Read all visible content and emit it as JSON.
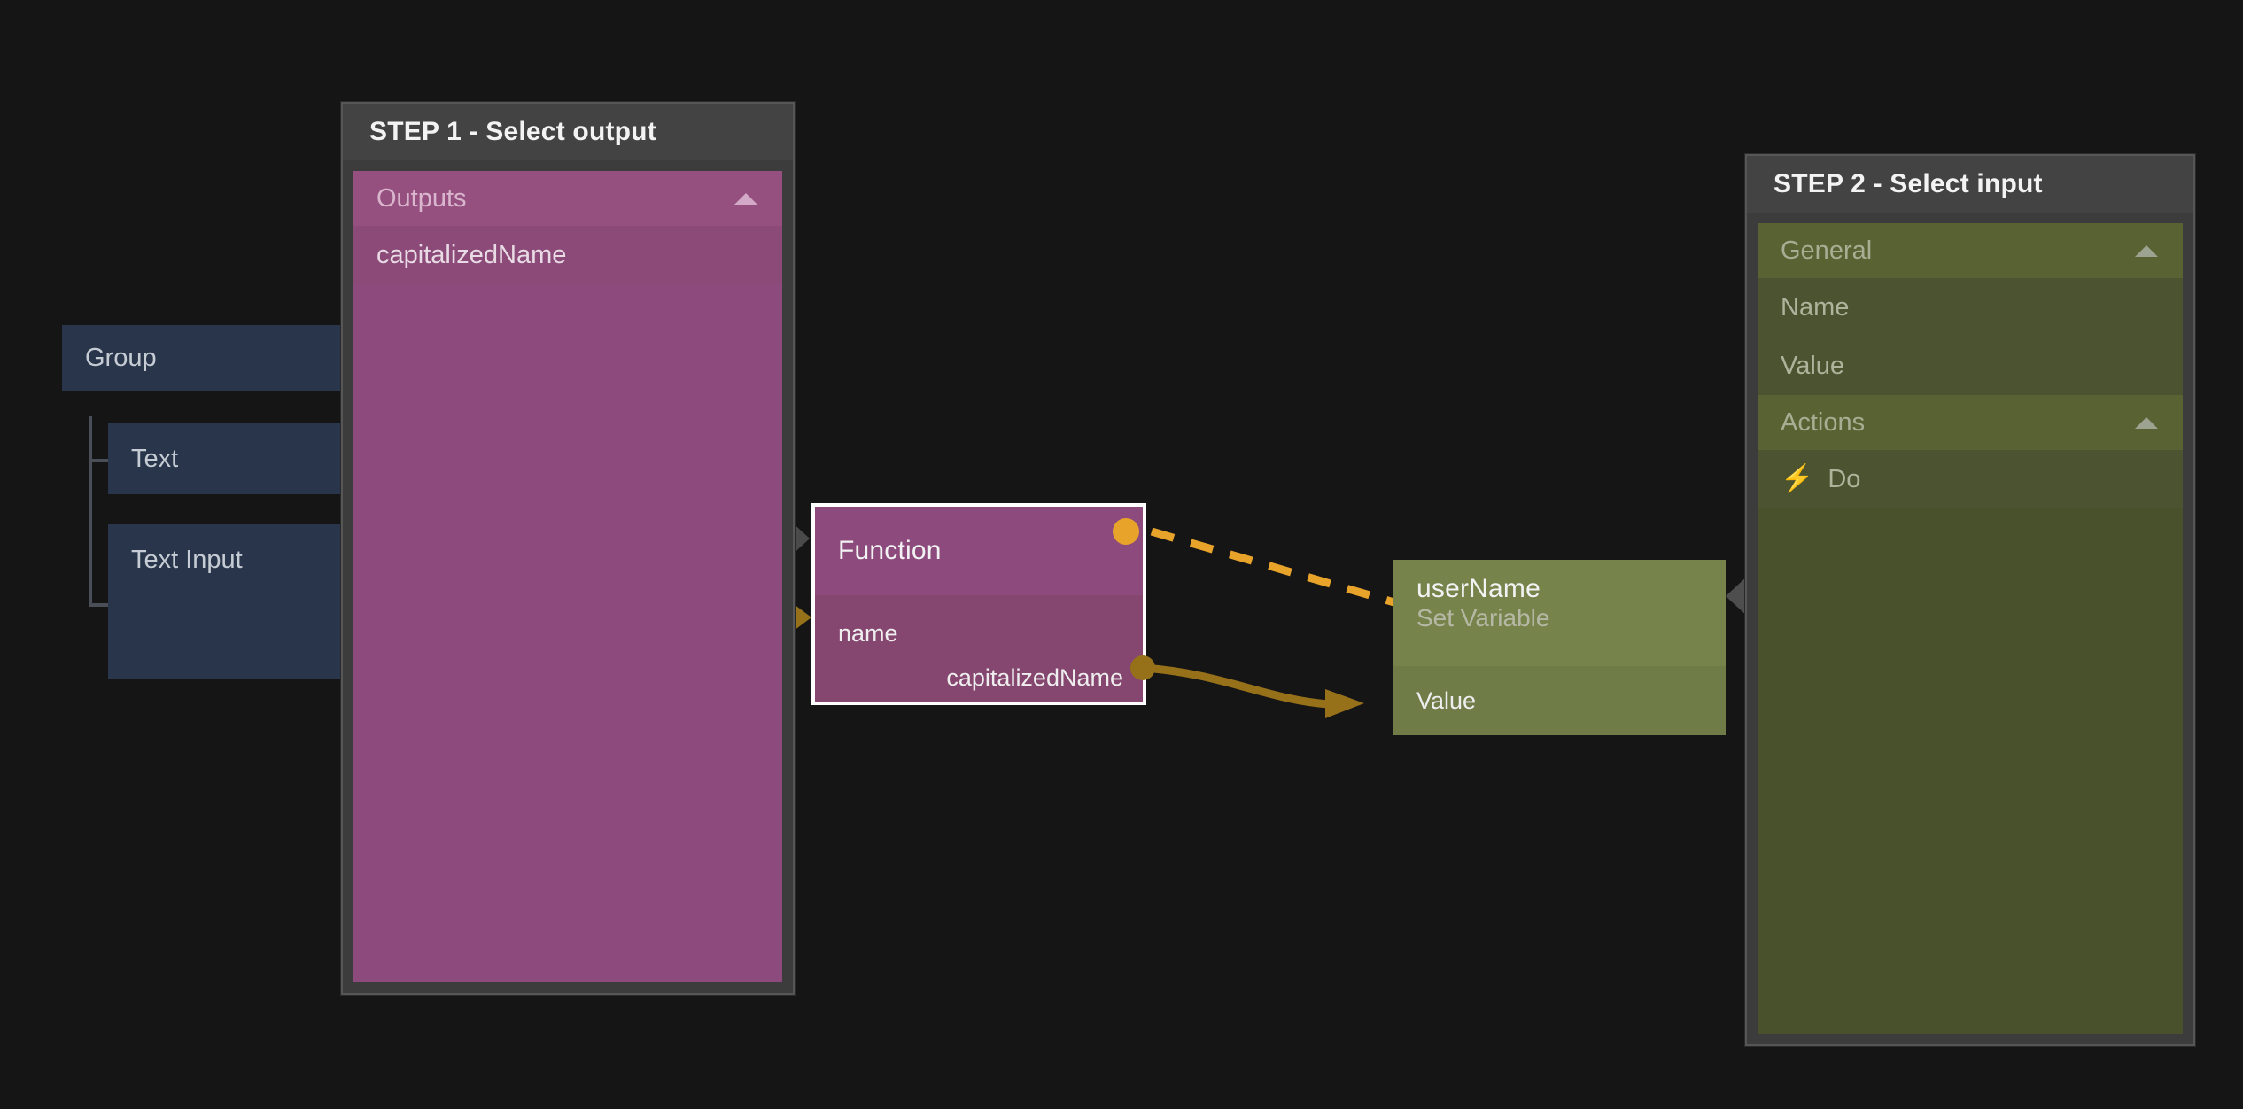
{
  "canvas": {
    "background": "#151515"
  },
  "tree": {
    "name": "node-tree",
    "items": [
      {
        "label": "Group",
        "kind": "group"
      },
      {
        "label": "Text",
        "kind": "child"
      },
      {
        "label": "Text Input",
        "kind": "child"
      }
    ],
    "color": "#28354a"
  },
  "function_node": {
    "title": "Function",
    "input_label": "name",
    "output_label": "capitalizedName",
    "color": "#8d4b7d",
    "selected": true,
    "selection_border_color": "#ffffff"
  },
  "setvariable_node": {
    "title": "userName",
    "subtitle": "Set Variable",
    "input_label": "Value",
    "color": "#76834b"
  },
  "connections": {
    "exec_wire": {
      "style": "dashed",
      "color": "#e8a32a",
      "from": "Function exec out",
      "to": "userName exec in"
    },
    "data_wire": {
      "style": "solid",
      "color": "#97711a",
      "from": "capitalizedName",
      "to": "Value"
    }
  },
  "step1_panel": {
    "title": "STEP 1 - Select output",
    "sections": [
      {
        "header": "Outputs",
        "collapse_icon": "chevron-up-icon",
        "items": [
          "capitalizedName"
        ]
      }
    ]
  },
  "step2_panel": {
    "title": "STEP 2 - Select input",
    "sections": [
      {
        "header": "General",
        "collapse_icon": "chevron-up-icon",
        "items": [
          "Name",
          "Value"
        ]
      },
      {
        "header": "Actions",
        "collapse_icon": "chevron-up-icon",
        "items": [
          "Do"
        ],
        "item_icon": "lightning-bolt-icon",
        "item_icon_glyph": "⚡"
      }
    ]
  }
}
